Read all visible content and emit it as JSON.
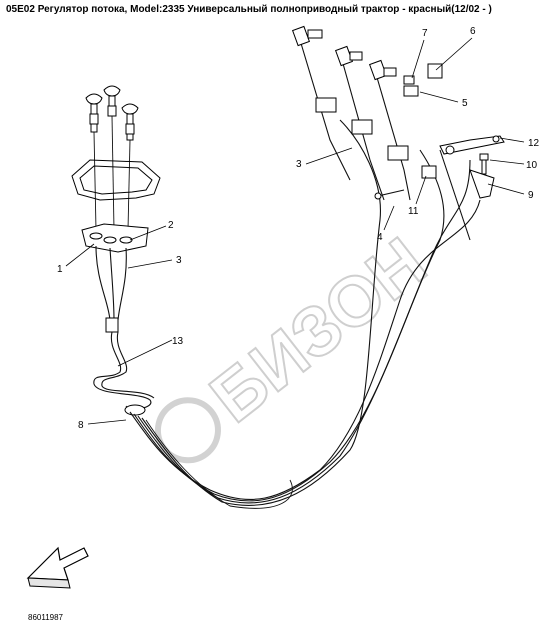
{
  "title": "05E02 Регулятор потока, Model:2335 Универсальный полноприводный трактор - красный(12/02 - )",
  "watermark": "БИЗОН",
  "document_number": "86011987",
  "callouts": [
    "1",
    "2",
    "3",
    "3",
    "4",
    "5",
    "6",
    "7",
    "8",
    "9",
    "10",
    "11",
    "12",
    "13"
  ],
  "icons": {
    "direction_arrow": "front-direction-arrow-icon",
    "watermark_logo": "bizon-logo-icon"
  }
}
